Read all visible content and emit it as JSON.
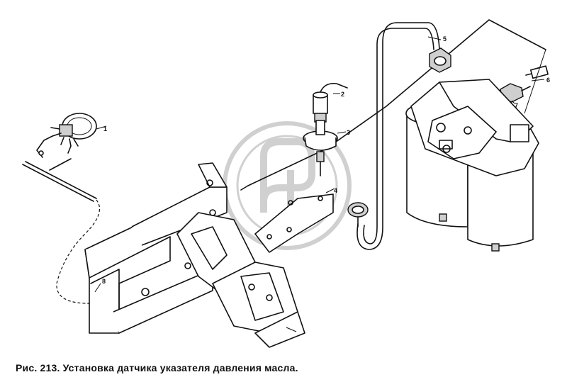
{
  "caption": "Рис. 213. Установка датчика указателя давления масла.",
  "callouts": [
    {
      "id": "callout-1",
      "label": "1"
    },
    {
      "id": "callout-2",
      "label": "2"
    },
    {
      "id": "callout-3",
      "label": "3"
    },
    {
      "id": "callout-4",
      "label": "4"
    },
    {
      "id": "callout-5",
      "label": "5"
    },
    {
      "id": "callout-6",
      "label": "6"
    },
    {
      "id": "callout-7",
      "label": "7"
    },
    {
      "id": "callout-8",
      "label": "8"
    }
  ],
  "parts": {
    "pressure_gauge": "gauge",
    "sensor": "oil-pressure-sensor",
    "bracket": "sensor-bracket",
    "oil_line": "oil-pipe",
    "filter": "oil-filter",
    "frame": "frame-member",
    "watermark": "publisher-watermark"
  }
}
